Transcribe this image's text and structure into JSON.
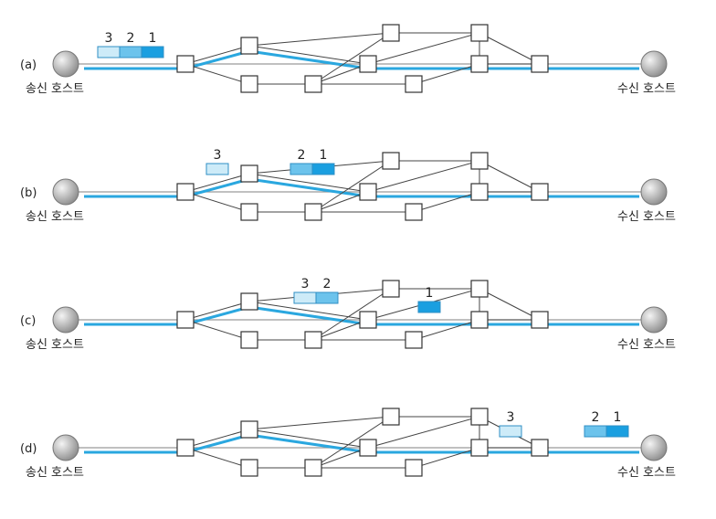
{
  "panels": [
    {
      "label": "(a)",
      "sender": "송신 호스트",
      "receiver": "수신 호스트"
    },
    {
      "label": "(b)",
      "sender": "송신 호스트",
      "receiver": "수신 호스트"
    },
    {
      "label": "(c)",
      "sender": "송신 호스트",
      "receiver": "수신 호스트"
    },
    {
      "label": "(d)",
      "sender": "송신 호스트",
      "receiver": "수신 호스트"
    }
  ],
  "packets": {
    "p1": "1",
    "p2": "2",
    "p3": "3"
  },
  "colors": {
    "route": "#2aa7df",
    "link": "#444444",
    "packet1": "#1a9fe0",
    "packet2": "#6cc3ec",
    "packet3": "#cdebf8",
    "host": "#b8b8b8"
  }
}
